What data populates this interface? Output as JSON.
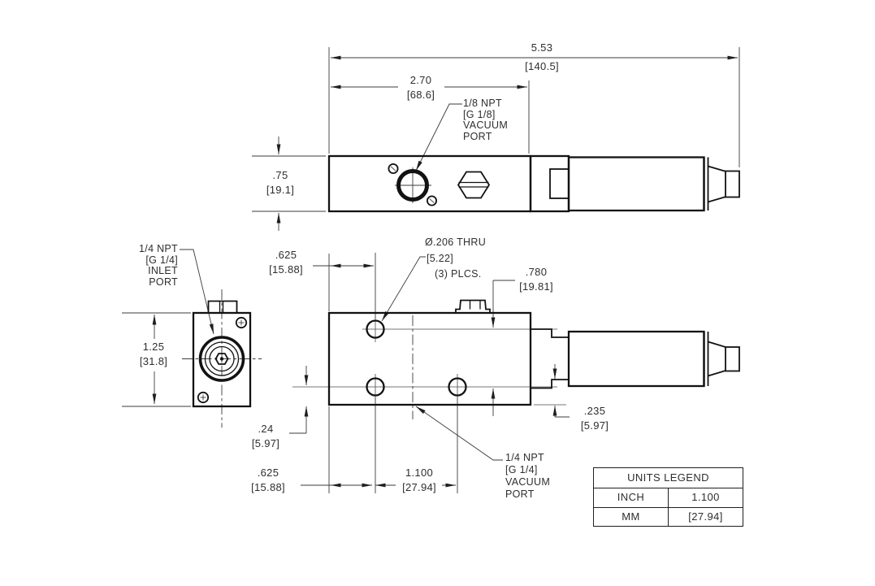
{
  "colors": {
    "background": "#ffffff",
    "object_line": "#121212",
    "thin_line": "#3b3b3b",
    "text": "#2e2e2e"
  },
  "views": {
    "top_view": {
      "dim_overall_length": {
        "in": "5.53",
        "mm": "[140.5]"
      },
      "dim_port_offset": {
        "in": "2.70",
        "mm": "[68.6]"
      },
      "dim_body_height": {
        "in": ".75",
        "mm": "[19.1]"
      },
      "label_vacuum_port": {
        "l1": "1/8 NPT",
        "l2": "[G 1/8]",
        "l3": "VACUUM",
        "l4": "PORT"
      }
    },
    "front_view": {
      "dim_body_width": {
        "in": "1.25",
        "mm": "[31.8]"
      },
      "label_inlet_port": {
        "l1": "1/4 NPT",
        "l2": "[G 1/4]",
        "l3": "INLET",
        "l4": "PORT"
      }
    },
    "bottom_view": {
      "label_mounting_holes": {
        "l1": "Ø.206 THRU",
        "l2": "[5.22]",
        "l3": "(3) PLCS."
      },
      "dim_hole_inset_top": {
        "in": ".625",
        "mm": "[15.88]"
      },
      "dim_hole_row_spacing": {
        "in": ".780",
        "mm": "[19.81]"
      },
      "dim_hole_edge_offset": {
        "in": ".24",
        "mm": "[5.97]"
      },
      "dim_hole_inset_bottom": {
        "in": ".625",
        "mm": "[15.88]"
      },
      "dim_hole_spacing": {
        "in": "1.100",
        "mm": "[27.94]"
      },
      "dim_step_offset": {
        "in": ".235",
        "mm": "[5.97]"
      },
      "label_vacuum_port": {
        "l1": "1/4 NPT",
        "l2": "[G 1/4]",
        "l3": "VACUUM",
        "l4": "PORT"
      }
    }
  },
  "legend": {
    "title": "UNITS LEGEND",
    "rows": [
      {
        "unit": "INCH",
        "value": "1.100"
      },
      {
        "unit": "MM",
        "value": "[27.94]"
      }
    ]
  }
}
